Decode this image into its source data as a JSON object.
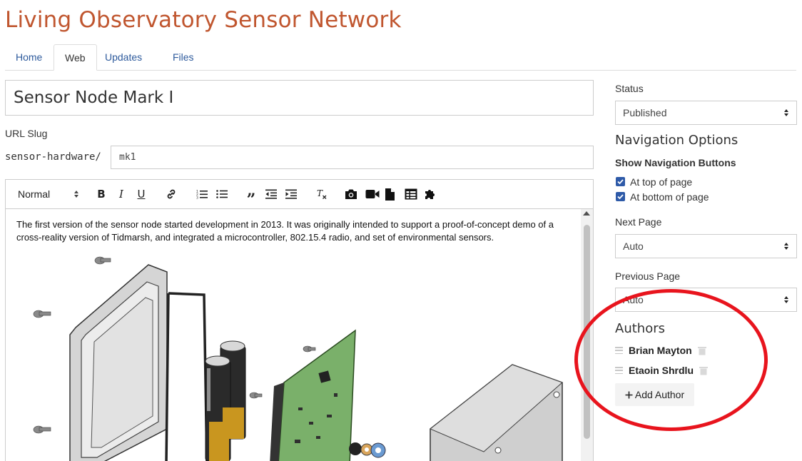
{
  "site": {
    "title": "Living Observatory Sensor Network"
  },
  "tabs": [
    {
      "label": "Home",
      "active": false
    },
    {
      "label": "Web",
      "active": true
    },
    {
      "label": "Updates",
      "active": false
    },
    {
      "label": "Files",
      "active": false
    }
  ],
  "page": {
    "title": "Sensor Node Mark I",
    "slug_label": "URL Slug",
    "slug_prefix": "sensor-hardware/",
    "slug_value": "mk1"
  },
  "toolbar": {
    "format_select": "Normal",
    "buttons": [
      "bold-icon",
      "italic-icon",
      "underline-icon",
      "link-icon",
      "ordered-list-icon",
      "bullet-list-icon",
      "blockquote-icon",
      "outdent-icon",
      "indent-icon",
      "clear-format-icon",
      "camera-icon",
      "video-icon",
      "file-icon",
      "table-icon",
      "puzzle-icon"
    ]
  },
  "editor": {
    "body_text": "The first version of the sensor node started development in 2013.  It was originally intended to support a proof-of-concept demo of a cross-reality version of Tidmarsh, and integrated a microcontroller, 802.15.4 radio, and set of environmental sensors.",
    "image": "exploded-sensor-node-illustration"
  },
  "sidebar": {
    "status_label": "Status",
    "status_value": "Published",
    "nav_heading": "Navigation Options",
    "nav_buttons_label": "Show Navigation Buttons",
    "nav_top_label": "At top of page",
    "nav_top_checked": true,
    "nav_bottom_label": "At bottom of page",
    "nav_bottom_checked": true,
    "next_label": "Next Page",
    "next_value": "Auto",
    "prev_label": "Previous Page",
    "prev_value": "Auto",
    "authors_heading": "Authors",
    "authors": [
      "Brian Mayton",
      "Etaoin Shrdlu"
    ],
    "add_author_label": "Add Author"
  },
  "colors": {
    "title": "#c0562f",
    "link": "#2d5a9c",
    "checkbox": "#2e5aa8",
    "annotation": "#e8141d"
  }
}
